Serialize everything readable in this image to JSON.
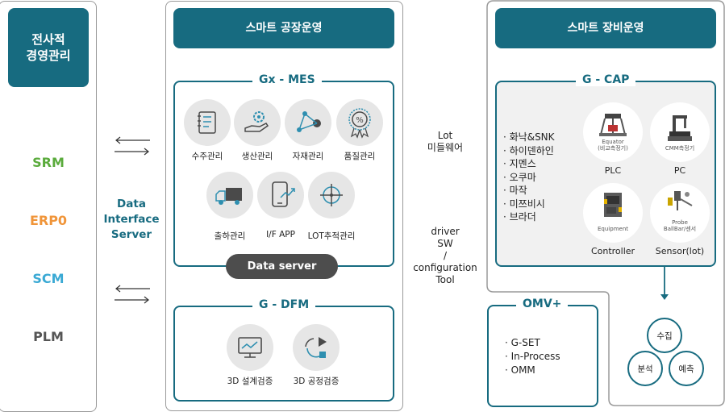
{
  "left_panel": {
    "header": "전사적\n경영관리",
    "items": [
      {
        "label": "SRM",
        "color": "#5aab3c"
      },
      {
        "label": "ERP0",
        "color": "#f0953a"
      },
      {
        "label": "SCM",
        "color": "#3aa9d4"
      },
      {
        "label": "PLM",
        "color": "#555555"
      }
    ]
  },
  "interface": {
    "label": "Data\nInterface\nServer"
  },
  "factory": {
    "header": "스마트 공장운영",
    "mes": {
      "title": "Gx - MES",
      "items": [
        "수주관리",
        "생산관리",
        "자재관리",
        "품질관리",
        "출하관리",
        "I/F APP",
        "LOT추적관리"
      ],
      "data_server": "Data server"
    },
    "dfm": {
      "title": "G - DFM",
      "items": [
        "3D 설계검증",
        "3D 공정검증"
      ]
    }
  },
  "middle": {
    "lot": "Lot\n미들웨어",
    "driver": "driver\nSW\n/\nconfiguration\nTool"
  },
  "equipment": {
    "header": "스마트 장비운영",
    "cap": {
      "title": "G - CAP",
      "vendors": [
        "· 화낙&SNK",
        "· 하이덴하인",
        "· 지멘스",
        "· 오쿠마",
        "· 마작",
        "· 미쯔비시",
        "· 브라더"
      ],
      "devices": [
        {
          "label": "PLC",
          "tiny": "Equator\n(비교측정기)"
        },
        {
          "label": "PC",
          "tiny": "CMM측정기"
        },
        {
          "label": "Controller",
          "tiny": "Equipment"
        },
        {
          "label": "Sensor(lot)",
          "tiny": "Probe\nBallBar/센서"
        }
      ]
    },
    "omv": {
      "title": "OMV+",
      "items": [
        "· G-SET",
        "· In-Process",
        "· OMM"
      ]
    },
    "cycle": [
      "수집",
      "분석",
      "예측"
    ]
  },
  "colors": {
    "teal": "#176b80",
    "circle_bg": "#e6e6e6",
    "panel_border": "#9a9a9a"
  }
}
